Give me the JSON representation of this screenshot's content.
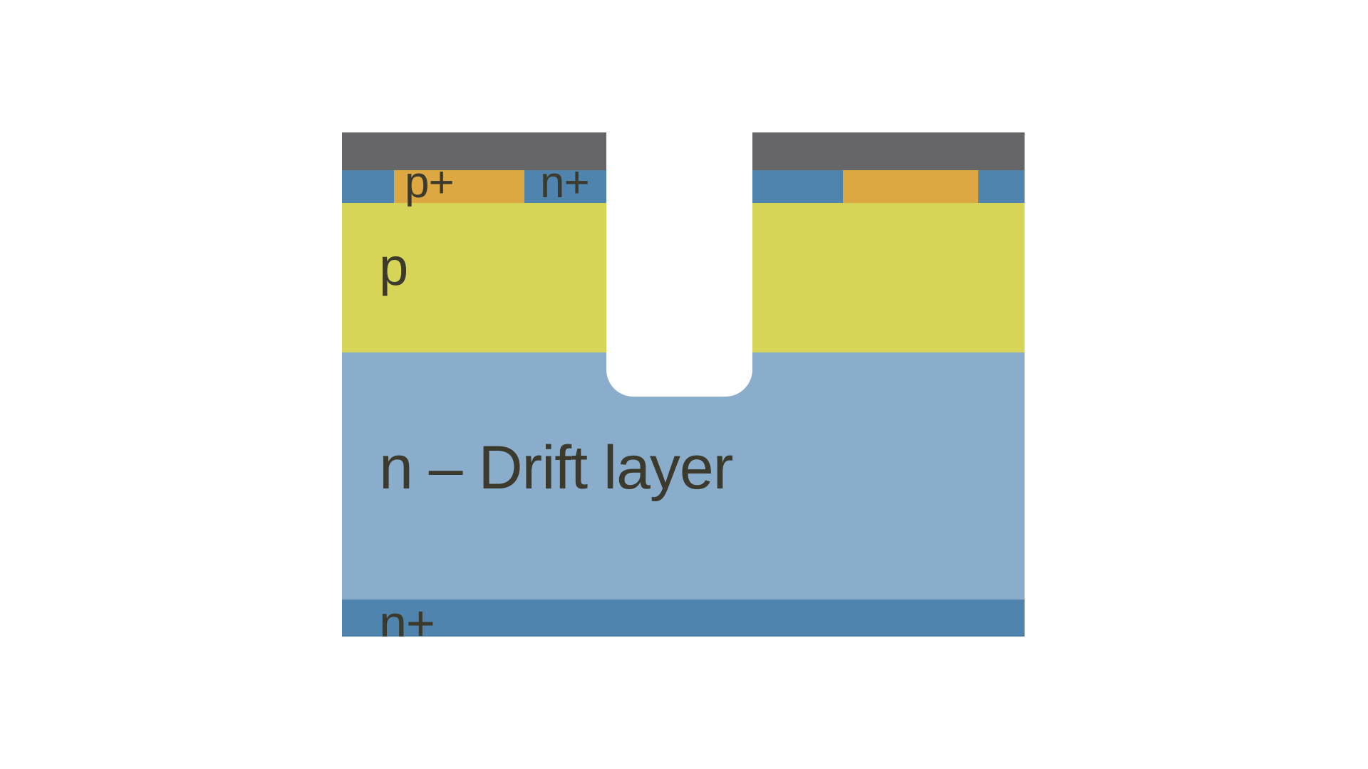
{
  "diagram": {
    "labels": {
      "p_plus": "p+",
      "n_plus_top": "n+",
      "p": "p",
      "drift": "n – Drift layer",
      "n_plus_bottom": "n+"
    },
    "colors": {
      "metal": "#666668",
      "n_plus": "#4f84ae",
      "p_plus": "#dda742",
      "p": "#d6d558",
      "drift": "#8badcc",
      "text": "#3b3a2c"
    }
  }
}
